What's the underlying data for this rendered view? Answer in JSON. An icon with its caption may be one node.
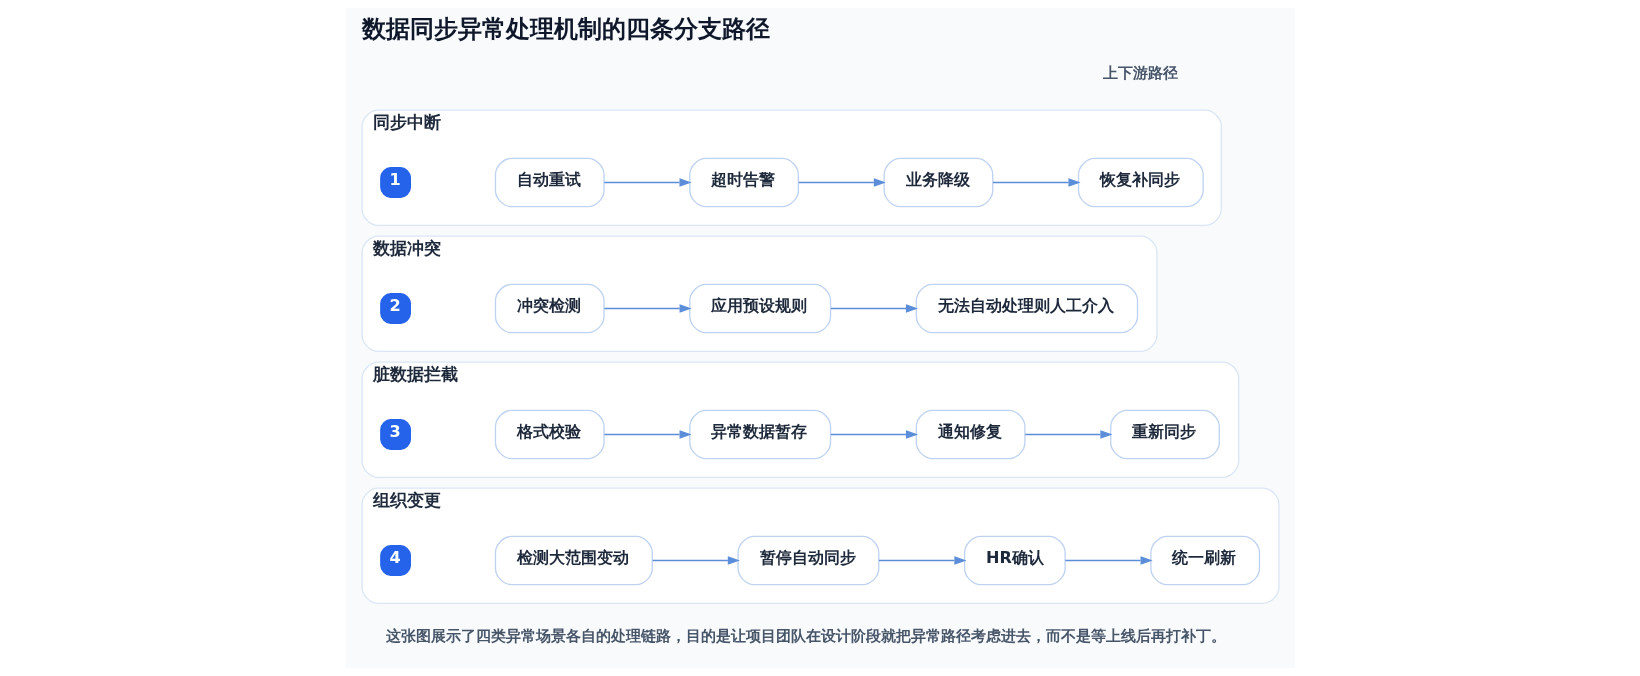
{
  "diagram": {
    "title": "数据同步异常处理机制的四条分支路径",
    "caption": "这张图展示了四类异常场景各自的处理链路，目的是让项目团队在设计阶段就把异常路径考虑进去，而不是等上线后再打补丁。",
    "nodes": [
      {
        "text": [
          "同步中断"
        ]
      },
      {
        "text": [
          "1"
        ],
        "in": 0
      },
      {
        "text": [
          "自动重试"
        ],
        "in": 0
      },
      {
        "text": [
          "超时告警"
        ],
        "in": 0
      },
      {
        "text": [
          "业务降级"
        ],
        "in": 0
      },
      {
        "text": [
          "恢复补同步"
        ],
        "in": 0
      },
      {
        "text": [
          "数据冲突"
        ]
      },
      {
        "text": [
          "2"
        ],
        "in": 6
      },
      {
        "text": [
          "冲突检测"
        ],
        "in": 6
      },
      {
        "text": [
          "应用预设规则"
        ],
        "in": 6
      },
      {
        "text": [
          "无法自动处理则人工介入"
        ],
        "in": 6
      },
      {
        "text": [
          "脏数据拦截"
        ]
      },
      {
        "text": [
          "3"
        ],
        "in": 11
      },
      {
        "text": [
          "格式校验"
        ],
        "in": 11
      },
      {
        "text": [
          "异常数据暂存"
        ],
        "in": 11
      },
      {
        "text": [
          "通知修复"
        ],
        "in": 11
      },
      {
        "text": [
          "重新同步"
        ],
        "in": 11
      },
      {
        "text": [
          "组织变更"
        ]
      },
      {
        "text": [
          "4"
        ],
        "in": 17
      },
      {
        "text": [
          "检测大范围变动"
        ],
        "in": 17
      },
      {
        "text": [
          "暂停自动同步"
        ],
        "in": 17
      },
      {
        "text": [
          "HR确认"
        ],
        "in": 17
      },
      {
        "text": [
          "统一刷新"
        ],
        "in": 17
      }
    ],
    "edges": [
      {
        "from": 2,
        "to": 3,
        "arrow": "to"
      },
      {
        "from": 3,
        "to": 4,
        "arrow": "to"
      },
      {
        "from": 4,
        "to": 5,
        "arrow": "to"
      },
      {
        "from": 8,
        "to": 9,
        "arrow": "to"
      },
      {
        "from": 9,
        "to": 10,
        "arrow": "to"
      },
      {
        "from": 13,
        "to": 14,
        "arrow": "to"
      },
      {
        "from": 14,
        "to": 15,
        "arrow": "to"
      },
      {
        "from": 15,
        "to": 16,
        "arrow": "to"
      },
      {
        "from": 19,
        "to": 20,
        "arrow": "to"
      },
      {
        "from": 20,
        "to": 21,
        "arrow": "to"
      },
      {
        "from": 21,
        "to": 22,
        "arrow": "to"
      }
    ],
    "labels": [
      "上下游路径"
    ]
  }
}
